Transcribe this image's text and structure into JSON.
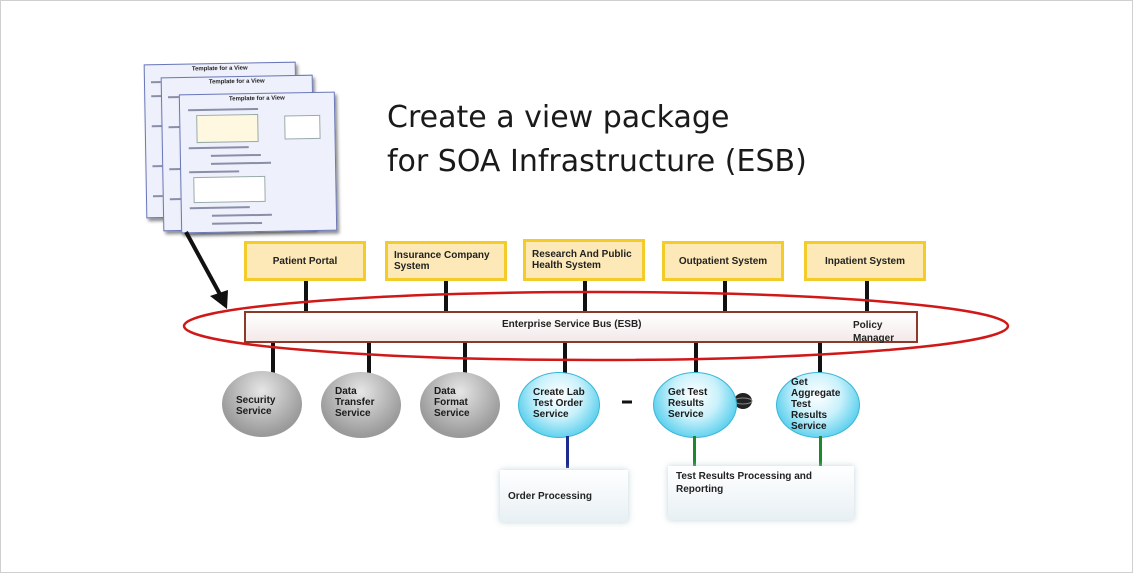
{
  "title": {
    "line1": "Create a view package",
    "line2": "for SOA Infrastructure (ESB)"
  },
  "template_pages": {
    "page_title": "Template for a View"
  },
  "systems": [
    {
      "id": "patient-portal",
      "label": "Patient Portal"
    },
    {
      "id": "insurance",
      "label": "Insurance Company System"
    },
    {
      "id": "research",
      "label": "Research And Public Health System"
    },
    {
      "id": "outpatient",
      "label": "Outpatient System"
    },
    {
      "id": "inpatient",
      "label": "Inpatient System"
    }
  ],
  "esb": {
    "label": "Enterprise Service Bus (ESB)",
    "policy_manager": "Policy Manager"
  },
  "services": [
    {
      "id": "security",
      "label": "Security Service"
    },
    {
      "id": "data-transfer",
      "label": "Data Transfer Service"
    },
    {
      "id": "data-format",
      "label": "Data Format Service"
    },
    {
      "id": "create-lab",
      "label": "Create Lab Test Order Service"
    },
    {
      "id": "get-test-results",
      "label": "Get Test Results Service"
    },
    {
      "id": "get-aggregate",
      "label": "Get Aggregate Test Results Service"
    }
  ],
  "processes": [
    {
      "id": "order-processing",
      "label": "Order Processing"
    },
    {
      "id": "test-results-processing",
      "label": "Test Results Processing and Reporting"
    }
  ]
}
